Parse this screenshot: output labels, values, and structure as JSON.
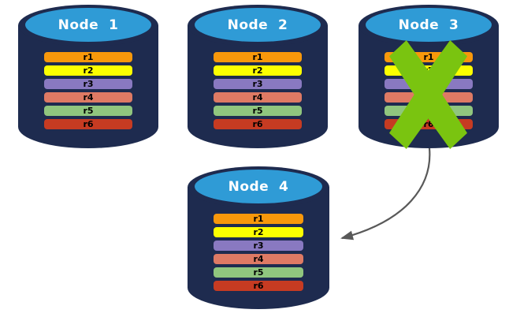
{
  "colors": {
    "background": "#FFFFFF",
    "cylinder_body": "#1E2B4F",
    "cylinder_top": "#2F9BD6",
    "title_text": "#FFFFFF",
    "row_text": "#000000",
    "x_mark": "#7AC410",
    "arrow": "#595959"
  },
  "rows": [
    {
      "label": "r1",
      "color": "#F8980B"
    },
    {
      "label": "r2",
      "color": "#FCFF00"
    },
    {
      "label": "r3",
      "color": "#8979C1"
    },
    {
      "label": "r4",
      "color": "#DE7A64"
    },
    {
      "label": "r5",
      "color": "#90C67E"
    },
    {
      "label": "r6",
      "color": "#C63B22"
    }
  ],
  "nodes": [
    {
      "id": "node-1",
      "title": "Node  1",
      "failed": false
    },
    {
      "id": "node-2",
      "title": "Node  2",
      "failed": false
    },
    {
      "id": "node-3",
      "title": "Node  3",
      "failed": true
    },
    {
      "id": "node-4",
      "title": "Node  4",
      "failed": false
    }
  ]
}
